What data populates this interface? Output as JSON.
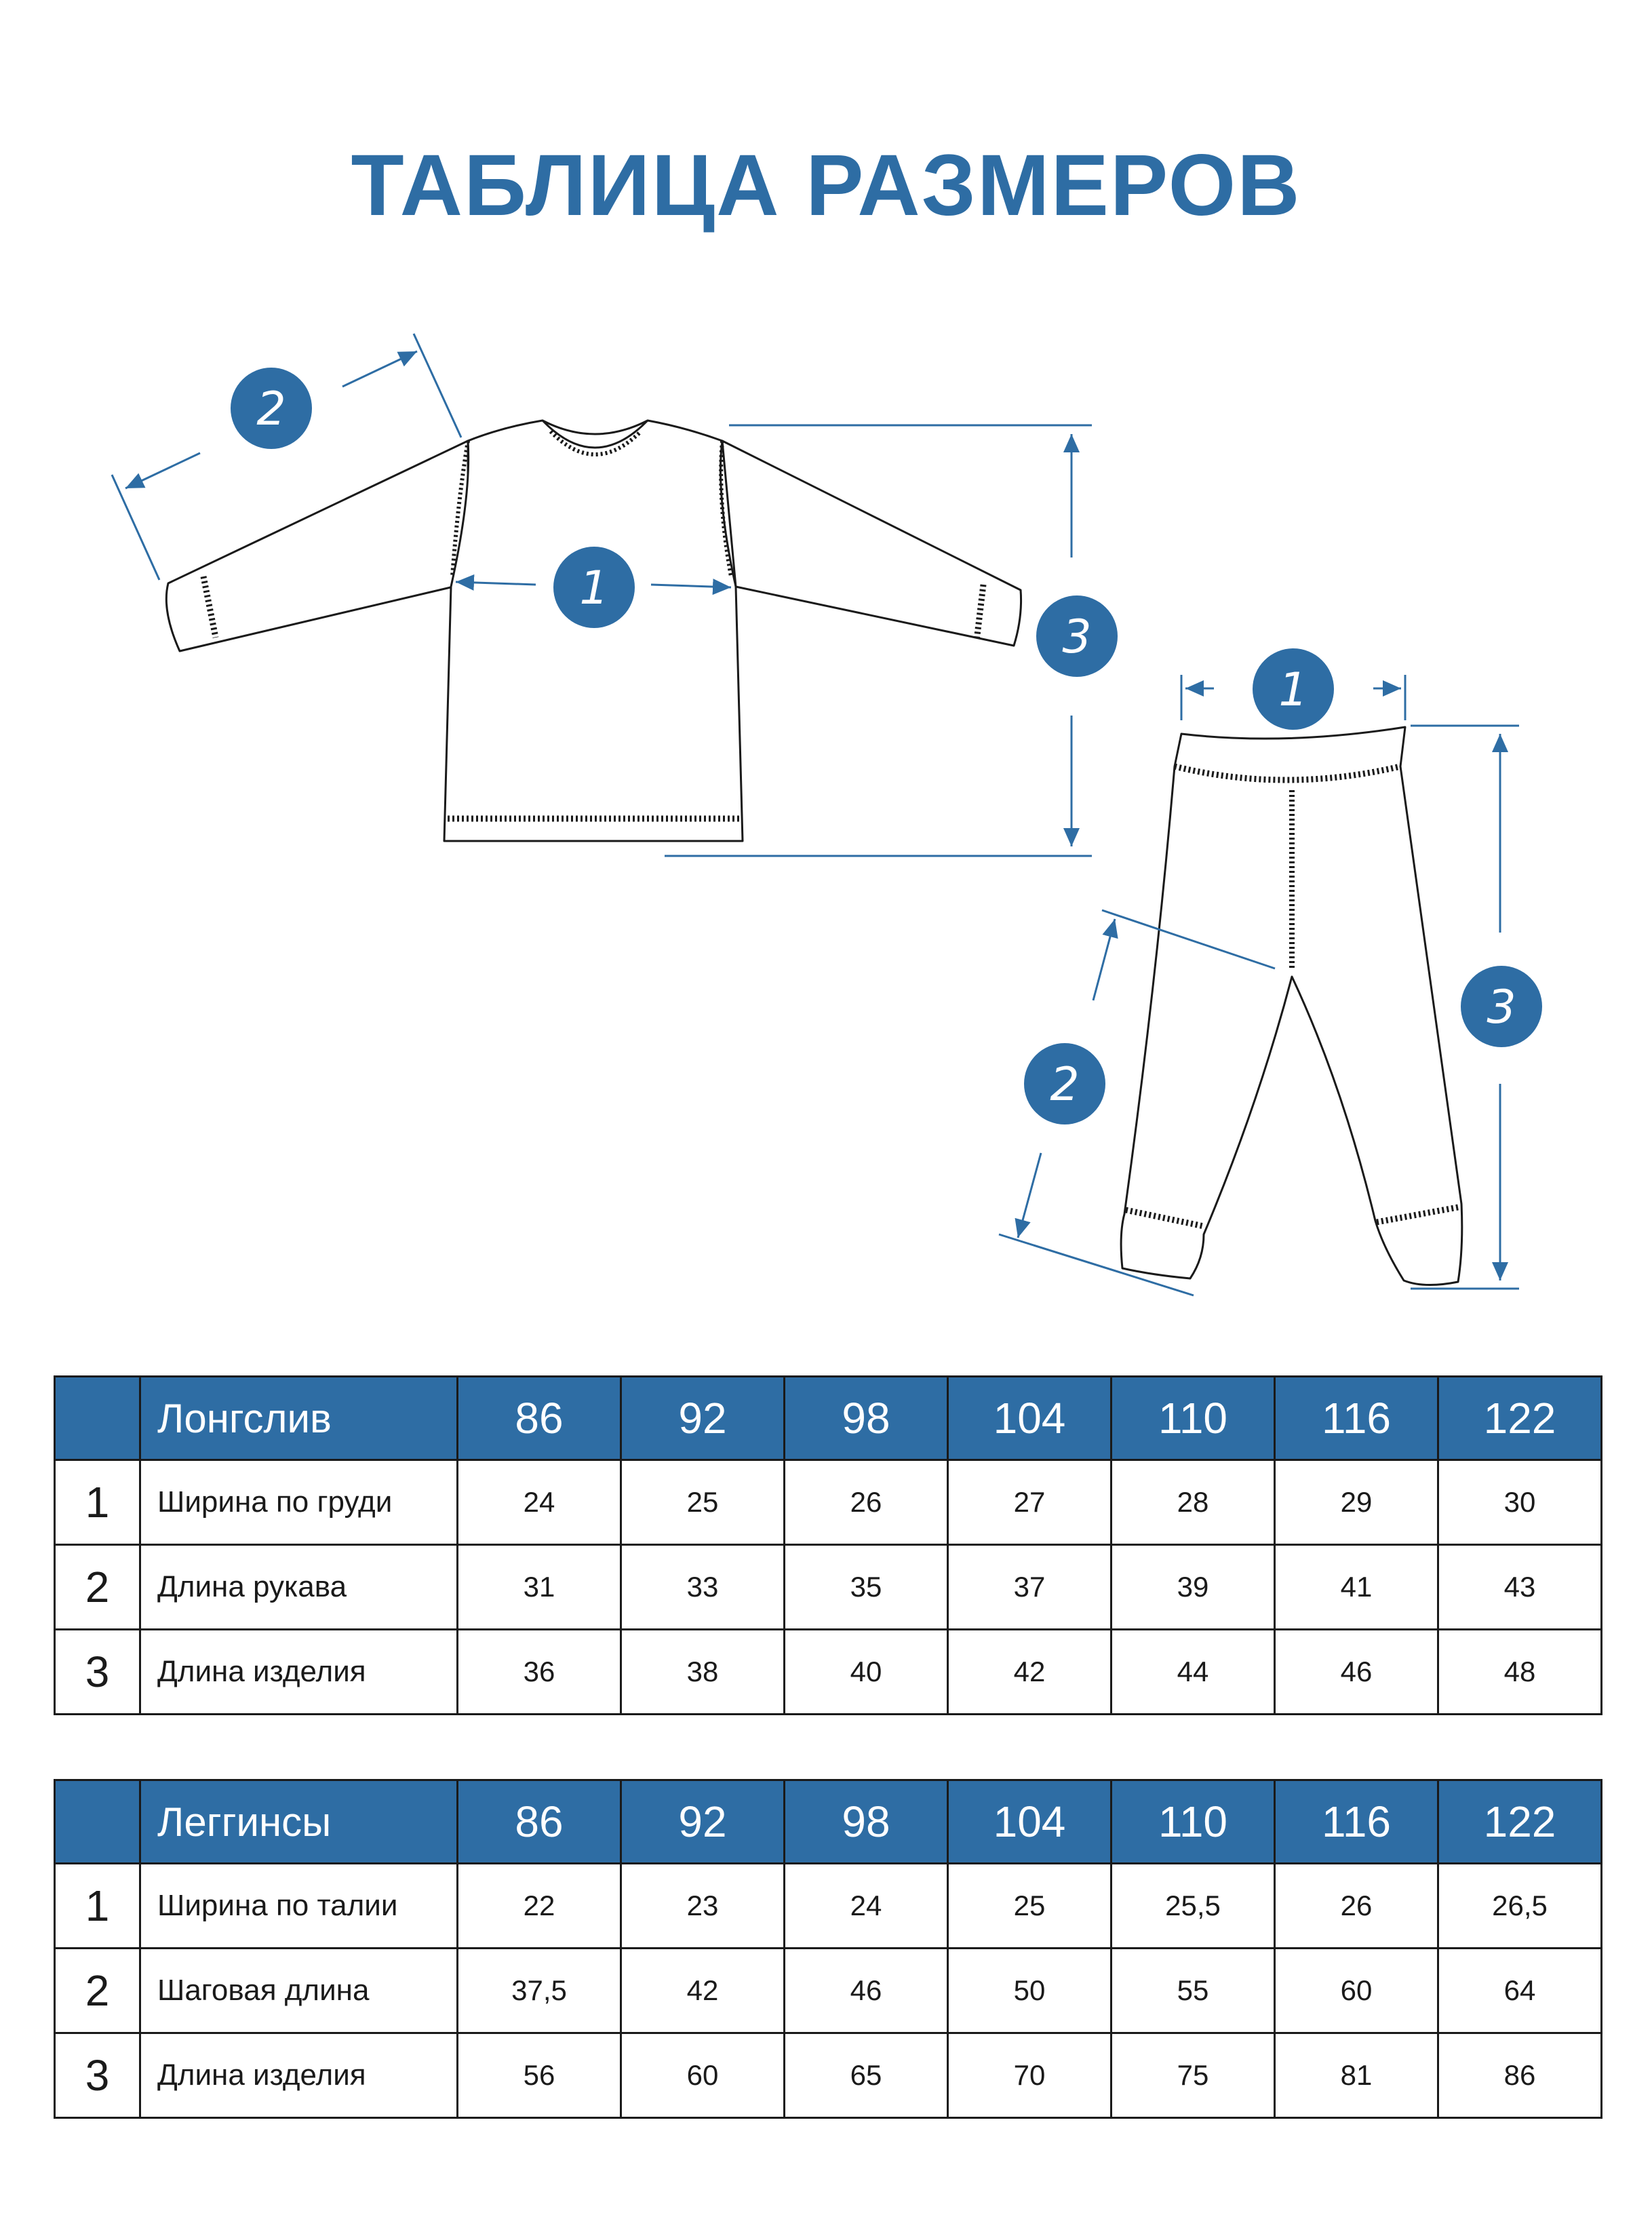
{
  "title": "ТАБЛИЦА РАЗМЕРОВ",
  "colors": {
    "accent": "#2e6da4",
    "ink": "#1a1a1a",
    "background": "#ffffff"
  },
  "diagram": {
    "shirt_markers": [
      "1",
      "2",
      "3"
    ],
    "pants_markers": [
      "1",
      "2",
      "3"
    ]
  },
  "tables": [
    {
      "product": "Лонгслив",
      "sizes": [
        "86",
        "92",
        "98",
        "104",
        "110",
        "116",
        "122"
      ],
      "rows": [
        {
          "index": "1",
          "label": "Ширина по груди",
          "values": [
            "24",
            "25",
            "26",
            "27",
            "28",
            "29",
            "30"
          ]
        },
        {
          "index": "2",
          "label": "Длина рукава",
          "values": [
            "31",
            "33",
            "35",
            "37",
            "39",
            "41",
            "43"
          ]
        },
        {
          "index": "3",
          "label": "Длина изделия",
          "values": [
            "36",
            "38",
            "40",
            "42",
            "44",
            "46",
            "48"
          ]
        }
      ]
    },
    {
      "product": "Леггинсы",
      "sizes": [
        "86",
        "92",
        "98",
        "104",
        "110",
        "116",
        "122"
      ],
      "rows": [
        {
          "index": "1",
          "label": "Ширина по талии",
          "values": [
            "22",
            "23",
            "24",
            "25",
            "25,5",
            "26",
            "26,5"
          ]
        },
        {
          "index": "2",
          "label": "Шаговая длина",
          "values": [
            "37,5",
            "42",
            "46",
            "50",
            "55",
            "60",
            "64"
          ]
        },
        {
          "index": "3",
          "label": "Длина изделия",
          "values": [
            "56",
            "60",
            "65",
            "70",
            "75",
            "81",
            "86"
          ]
        }
      ]
    }
  ]
}
